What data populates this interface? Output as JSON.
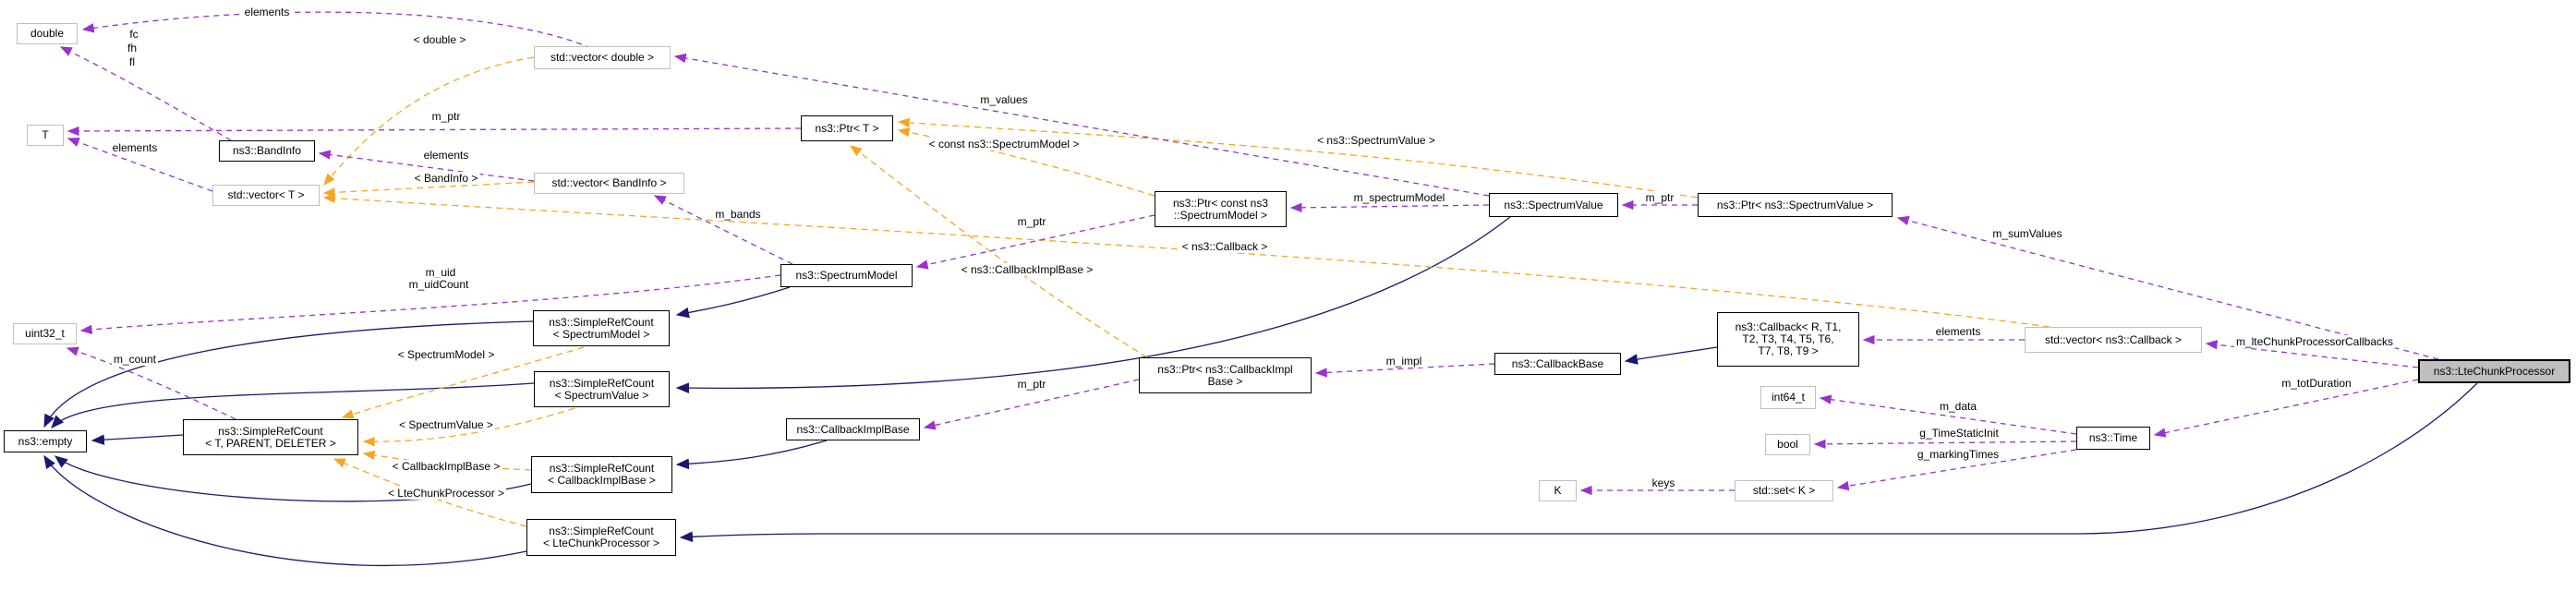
{
  "diagram": {
    "type": "doxygen-collaboration-graph",
    "colors": {
      "member_edge": "#9a32cd",
      "template_edge": "#f5a623",
      "inheritance_edge": "#191970",
      "documented_box_border": "#000000",
      "external_box_border": "#bfbfbf",
      "highlight_fill": "#bfbfbf"
    },
    "nodes": {
      "double_type": {
        "label": "double"
      },
      "vector_double": {
        "label": "std::vector< double >"
      },
      "t_type": {
        "label": "T"
      },
      "bandinfo": {
        "label": "ns3::BandInfo"
      },
      "vector_t": {
        "label": "std::vector< T >"
      },
      "vector_bandinfo": {
        "label": "std::vector< BandInfo >"
      },
      "ptr_t": {
        "label": "ns3::Ptr< T >"
      },
      "spectrum_model": {
        "label": "ns3::SpectrumModel"
      },
      "ptr_const_spectrum_model": {
        "line1": "ns3::Ptr< const ns3",
        "line2": "::SpectrumModel >"
      },
      "spectrum_value": {
        "label": "ns3::SpectrumValue"
      },
      "ptr_spectrum_value": {
        "label": "ns3::Ptr< ns3::SpectrumValue >"
      },
      "uint32_t": {
        "label": "uint32_t"
      },
      "src_spectrum_model": {
        "line1": "ns3::SimpleRefCount",
        "line2": "< SpectrumModel >"
      },
      "src_spectrum_value": {
        "line1": "ns3::SimpleRefCount",
        "line2": "< SpectrumValue >"
      },
      "empty": {
        "label": "ns3::empty"
      },
      "src_t_parent_deleter": {
        "line1": "ns3::SimpleRefCount",
        "line2": "< T, PARENT, DELETER >"
      },
      "callback_impl_base": {
        "label": "ns3::CallbackImplBase"
      },
      "src_callback_impl_base": {
        "line1": "ns3::SimpleRefCount",
        "line2": "< CallbackImplBase >"
      },
      "src_lte_chunk_processor": {
        "line1": "ns3::SimpleRefCount",
        "line2": "< LteChunkProcessor >"
      },
      "ptr_callback_impl_base": {
        "line1": "ns3::Ptr< ns3::CallbackImpl",
        "line2": "Base >"
      },
      "callback_base": {
        "label": "ns3::CallbackBase"
      },
      "callback": {
        "line1": "ns3::Callback< R, T1,",
        "line2": "T2, T3, T4, T5, T6,",
        "line3": "T7, T8, T9 >"
      },
      "vector_callback": {
        "label": "std::vector< ns3::Callback >"
      },
      "lte_chunk_processor": {
        "label": "ns3::LteChunkProcessor"
      },
      "int64_t": {
        "label": "int64_t"
      },
      "bool_type": {
        "label": "bool"
      },
      "time": {
        "label": "ns3::Time"
      },
      "k_type": {
        "label": "K"
      },
      "set_k": {
        "label": "std::set< K >"
      }
    },
    "edge_labels": {
      "elements_double": "elements",
      "fc": "fc",
      "fh": "fh",
      "fl": "fl",
      "tmpl_double": "< double >",
      "m_ptr_t": "m_ptr",
      "elements_t": "elements",
      "elements_bandinfo": "elements",
      "tmpl_bandinfo": "< BandInfo >",
      "m_bands": "m_bands",
      "m_uid": "m_uid",
      "m_uidCount": "m_uidCount",
      "m_values": "m_values",
      "tmpl_const_spectrum_model": "< const ns3::SpectrumModel >",
      "tmpl_spectrum_value": "< ns3::SpectrumValue >",
      "m_spectrumModel": "m_spectrumModel",
      "m_ptr_sv": "m_ptr",
      "m_sumValues": "m_sumValues",
      "m_ptr_sm": "m_ptr",
      "tmpl_callback": "< ns3::Callback >",
      "tmpl_callback_impl_base": "< ns3::CallbackImplBase >",
      "tmpl_src_spectrum_model": "< SpectrumModel >",
      "m_count": "m_count",
      "tmpl_src_spectrum_value": "< SpectrumValue >",
      "tmpl_src_callback_impl_base": "< CallbackImplBase >",
      "tmpl_src_lte_chunk_processor": "< LteChunkProcessor >",
      "m_ptr_cib": "m_ptr",
      "m_impl": "m_impl",
      "elements_callback": "elements",
      "m_lteChunkProcessorCallbacks": "m_lteChunkProcessorCallbacks",
      "m_totDuration": "m_totDuration",
      "m_data": "m_data",
      "g_TimeStaticInit": "g_TimeStaticInit",
      "g_markingTimes": "g_markingTimes",
      "keys": "keys"
    }
  }
}
